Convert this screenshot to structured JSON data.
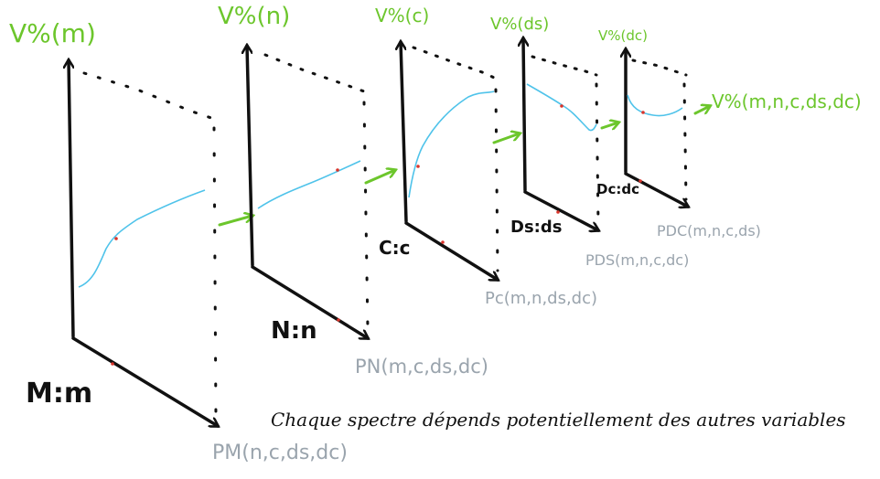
{
  "colors": {
    "ink": "#111111",
    "curve": "#4fc3ea",
    "accent": "#6cc62c",
    "muted": "#9aa4ad",
    "marker": "#d9342b"
  },
  "panels": [
    {
      "id": "m",
      "y_label": "V%(m)",
      "x_label": "M:m",
      "p_label": "PM(n,c,ds,dc)"
    },
    {
      "id": "n",
      "y_label": "V%(n)",
      "x_label": "N:n",
      "p_label": "PN(m,c,ds,dc)"
    },
    {
      "id": "c",
      "y_label": "V%(c)",
      "x_label": "C:c",
      "p_label": "Pc(m,n,ds,dc)"
    },
    {
      "id": "ds",
      "y_label": "V%(ds)",
      "x_label": "Ds:ds",
      "p_label": "PDS(m,n,c,dc)"
    },
    {
      "id": "dc",
      "y_label": "V%(dc)",
      "x_label": "Dc:dc",
      "p_label": "PDC(m,n,c,ds)"
    }
  ],
  "output_label": "V%(m,n,c,ds,dc)",
  "caption": "Chaque spectre dépends potentiellement des autres variables"
}
